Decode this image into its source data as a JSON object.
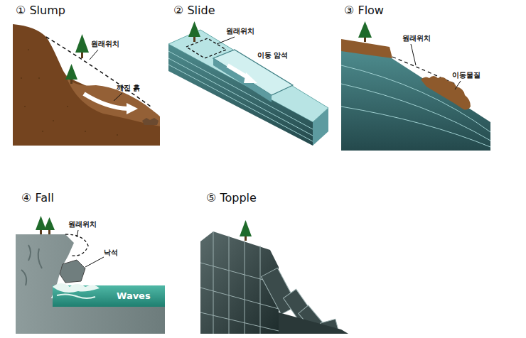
{
  "diagram": {
    "labels": [
      "① Slump",
      "원래위치",
      "깨진 흙",
      "② Slide",
      "원래위치",
      "이동 암석",
      "③ Flow",
      "원래위치",
      "이동물질",
      "④ Fall",
      "원래위치",
      "낙석",
      "Waves",
      "⑤ Topple"
    ]
  }
}
